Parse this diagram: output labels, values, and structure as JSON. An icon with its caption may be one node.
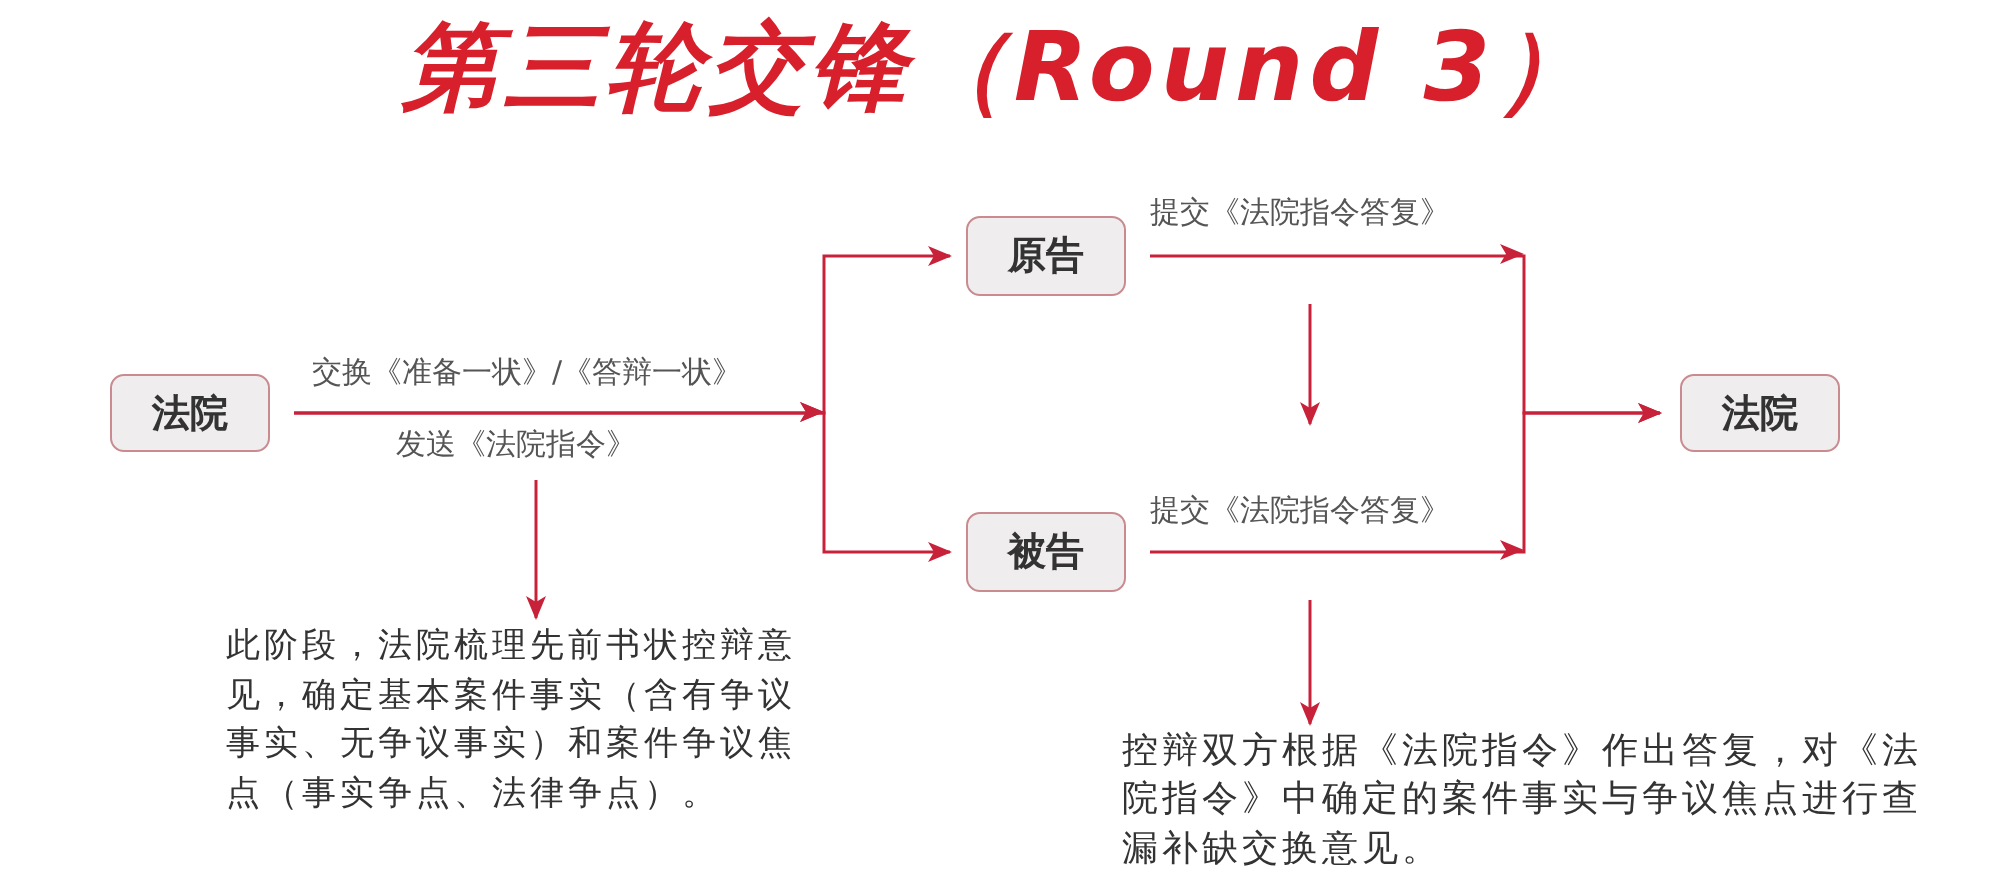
{
  "diagram": {
    "title": "第三轮交锋（Round 3）",
    "nodes": [
      {
        "text": [
          "法院"
        ]
      },
      {
        "text": [
          "原告"
        ]
      },
      {
        "text": [
          "被告"
        ]
      },
      {
        "text": [
          "法院"
        ]
      },
      {
        "text": [
          "此阶段，法院梳理先前书状控辩意见，确定基本案件事实（含有争议事实、无争议事实）和案件争议焦点（事实争点、法律争点）。"
        ]
      },
      {
        "text": [
          "控辩双方根据《法院指令》作出答复，对《法院指令》中确定的案件事实与争议焦点进行查漏补缺交换意见。"
        ]
      }
    ],
    "edges": [
      {
        "from": 0,
        "to": 1,
        "arrow": "to",
        "label": "交换《准备一状》/《答辩一状》"
      },
      {
        "from": 0,
        "to": 2,
        "arrow": "to",
        "label": "发送《法院指令》"
      },
      {
        "from": 1,
        "to": 3,
        "arrow": "to",
        "label": "提交《法院指令答复》"
      },
      {
        "from": 2,
        "to": 3,
        "arrow": "to",
        "label": "提交《法院指令答复》"
      },
      {
        "from": null,
        "to": 4,
        "arrow": "to"
      },
      {
        "from": null,
        "to": 5,
        "arrow": "to"
      }
    ]
  }
}
